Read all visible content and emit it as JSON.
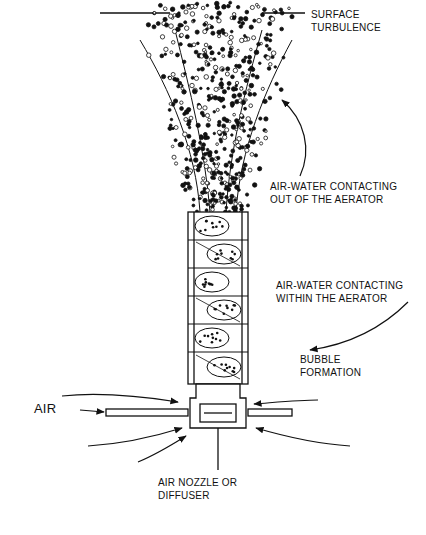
{
  "diagram": {
    "labels": [
      "SURFACE TURBULENCE",
      "AIR-WATER CONTACTING OUT OF THE AERATOR",
      "AIR-WATER CONTACTING WITHIN THE AERATOR",
      "BUBBLE FORMATION",
      "AIR",
      "AIR NOZZLE OR DIFFUSER"
    ]
  }
}
